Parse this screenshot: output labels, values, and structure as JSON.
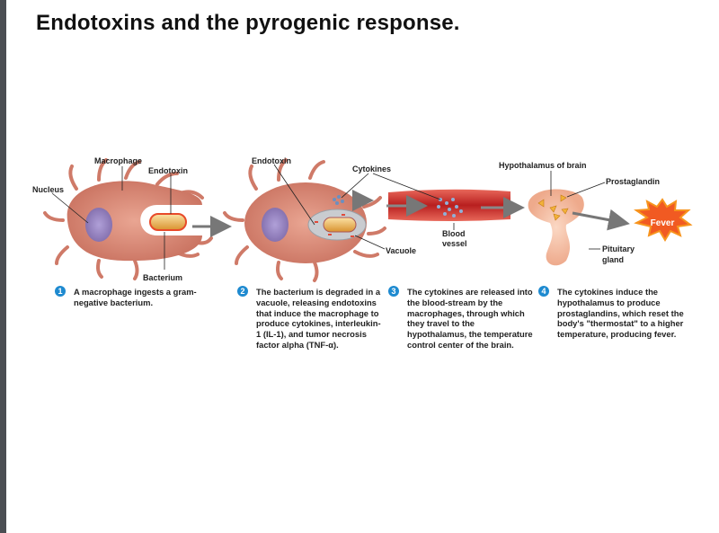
{
  "title": "Endotoxins and the pyrogenic response.",
  "labels": {
    "macrophage": "Macrophage",
    "endotoxin1": "Endotoxin",
    "nucleus": "Nucleus",
    "bacterium": "Bacterium",
    "endotoxin2": "Endotoxin",
    "cytokines": "Cytokines",
    "vacuole": "Vacuole",
    "blood_vessel_1": "Blood",
    "blood_vessel_2": "vessel",
    "hypothalamus": "Hypothalamus of brain",
    "prostaglandin": "Prostaglandin",
    "fever": "Fever",
    "pituitary_1": "Pituitary",
    "pituitary_2": "gland"
  },
  "steps": [
    {
      "number": "1",
      "text": "A macrophage ingests a gram-negative bacterium."
    },
    {
      "number": "2",
      "text": "The bacterium is degraded in a vacuole, releasing endotoxins that induce the macrophage to produce cytokines, interleukin-1 (IL-1), and tumor necrosis factor alpha (TNF-α)."
    },
    {
      "number": "3",
      "text": "The cytokines are released into the blood-stream by the macrophages, through which they travel to the hypothalamus, the temperature control center of the brain."
    },
    {
      "number": "4",
      "text": "The cytokines induce the hypothalamus to produce prostaglandins, which reset the body's \"thermostat\" to a higher temperature, producing fever."
    }
  ],
  "colors": {
    "cell": "#d98a78",
    "nucleus": "#9a86c0",
    "vessel": "#c9302c",
    "step_badge": "#1e8ad0",
    "fever": "#f15a22"
  }
}
